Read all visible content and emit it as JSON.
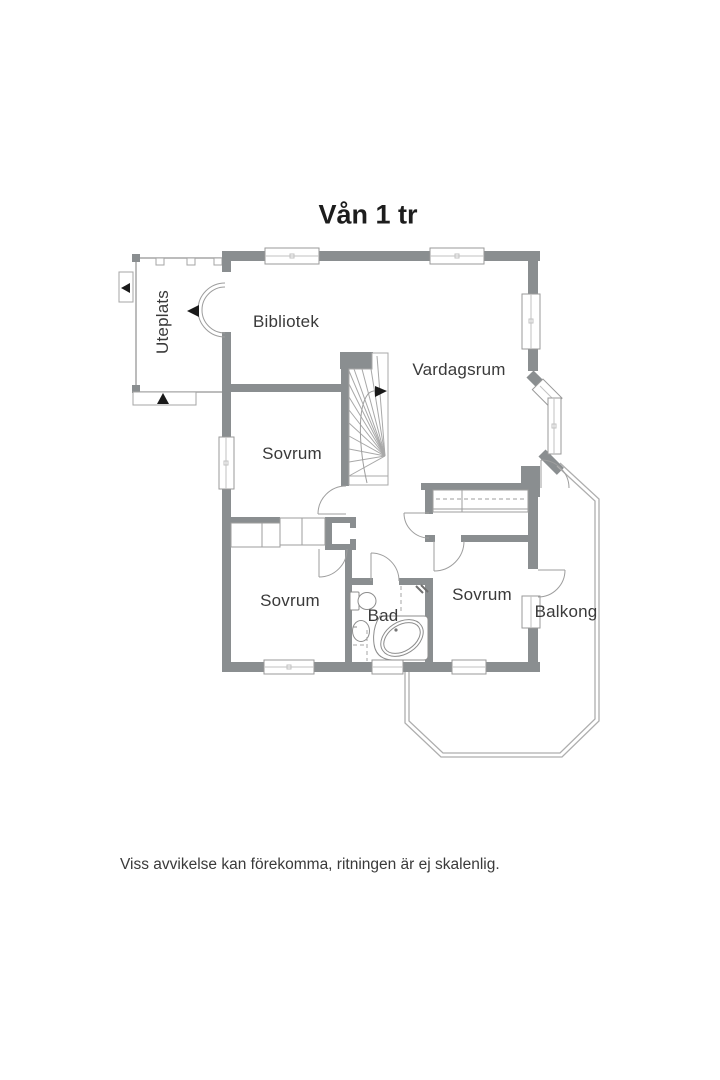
{
  "title": "Vån 1 tr",
  "labels": {
    "uteplats": "Uteplats",
    "bibliotek": "Bibliotek",
    "vardagsrum": "Vardagsrum",
    "sovrum_mid": "Sovrum",
    "sovrum_bottom_left": "Sovrum",
    "sovrum_bottom_right": "Sovrum",
    "bad": "Bad",
    "balkong": "Balkong"
  },
  "disclaimer": "Viss avvikelse kan förekomma, ritningen är ej skalenlig.",
  "colors": {
    "wall": "#8a8e90",
    "thin_line": "#9d9d9d",
    "railing": "#aeaeae",
    "text": "#3a3a3a",
    "arrow": "#1a1a1a",
    "background": "#ffffff"
  }
}
